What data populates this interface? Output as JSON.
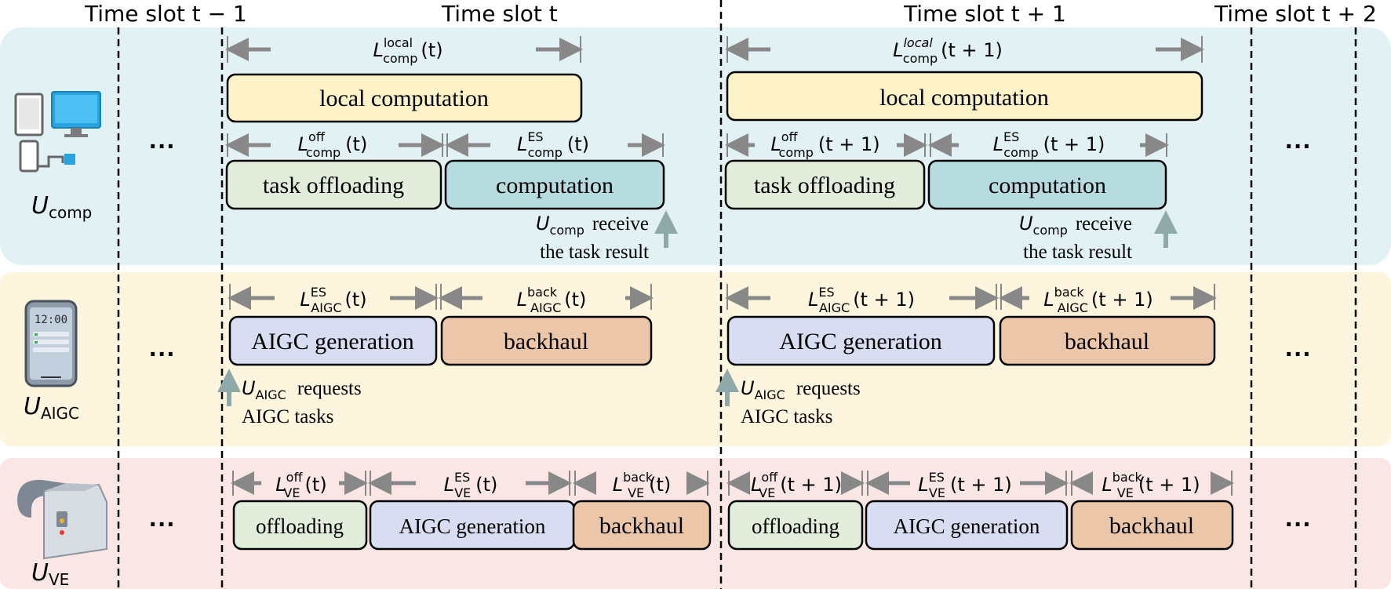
{
  "time_slots": [
    "Time slot t − 1",
    "Time slot t",
    "Time slot t + 1",
    "Time slot t + 2"
  ],
  "ellipsis": "···",
  "colors": {
    "lane_comp": "#e2f1f4",
    "lane_aigc": "#fdf5dd",
    "lane_ve": "#fbe6e6",
    "local": "#fdf1c8",
    "offload": "#e3eddb",
    "computation": "#b6dcdf",
    "aigc": "#d9ddf1",
    "backhaul": "#ebc6a8",
    "arrow": "#888888",
    "up_arrow": "#8fa9a8"
  },
  "lanes": {
    "comp": {
      "user": {
        "base": "U",
        "sub": "comp"
      },
      "boxes": {
        "local": "local computation",
        "offload": "task offloading",
        "compute": "computation"
      },
      "labels": {
        "local_t": {
          "base": "L",
          "sup": "local",
          "sub": "comp",
          "arg": "(t)"
        },
        "local_t1": {
          "base": "L",
          "sup": "local",
          "sub": "comp",
          "arg": "(t + 1)"
        },
        "off_t": {
          "base": "L",
          "sup": "off",
          "sub": "comp",
          "arg": "(t)"
        },
        "off_t1": {
          "base": "L",
          "sup": "off",
          "sub": "comp",
          "arg": "(t + 1)"
        },
        "es_t": {
          "base": "L",
          "sup": "ES",
          "sub": "comp",
          "arg": "(t)"
        },
        "es_t1": {
          "base": "L",
          "sup": "ES",
          "sub": "comp",
          "arg": "(t + 1)"
        }
      },
      "note": {
        "user": "U",
        "sub": "comp",
        "line1": "receive",
        "line2": "the task result"
      }
    },
    "aigc": {
      "user": {
        "base": "U",
        "sub": "AIGC"
      },
      "phone_time": "12:00",
      "boxes": {
        "gen": "AIGC generation",
        "back": "backhaul"
      },
      "labels": {
        "es_t": {
          "base": "L",
          "sup": "ES",
          "sub": "AIGC",
          "arg": "(t)"
        },
        "es_t1": {
          "base": "L",
          "sup": "ES",
          "sub": "AIGC",
          "arg": "(t + 1)"
        },
        "back_t": {
          "base": "L",
          "sup": "back",
          "sub": "AIGC",
          "arg": "(t)"
        },
        "back_t1": {
          "base": "L",
          "sup": "back",
          "sub": "AIGC",
          "arg": "(t + 1)"
        }
      },
      "note": {
        "user": "U",
        "sub": "AIGC",
        "line1": "requests",
        "line2": "AIGC tasks"
      }
    },
    "ve": {
      "user": {
        "base": "U",
        "sub": "VE"
      },
      "boxes": {
        "off": "offloading",
        "gen": "AIGC generation",
        "back": "backhaul"
      },
      "labels": {
        "off_t": {
          "base": "L",
          "sup": "off",
          "sub": "VE",
          "arg": "(t)"
        },
        "off_t1": {
          "base": "L",
          "sup": "off",
          "sub": "VE",
          "arg": "(t + 1)"
        },
        "es_t": {
          "base": "L",
          "sup": "ES",
          "sub": "VE",
          "arg": "(t)"
        },
        "es_t1": {
          "base": "L",
          "sup": "ES",
          "sub": "VE",
          "arg": "(t + 1)"
        },
        "back_t": {
          "base": "L",
          "sup": "back",
          "sub": "VE",
          "arg": "(t)"
        },
        "back_t1": {
          "base": "L",
          "sup": "back",
          "sub": "VE",
          "arg": "(t + 1)"
        }
      }
    }
  }
}
